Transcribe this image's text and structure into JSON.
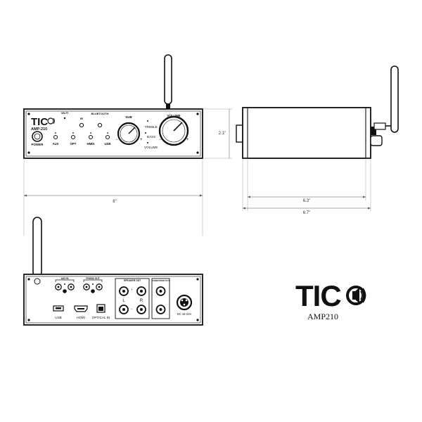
{
  "front_panel": {
    "logo": "TIC",
    "model": "AMP-210",
    "power_label": "POWER",
    "wifi_label": "WI-FI",
    "ir_label": "IR",
    "bluetooth_label": "BLUETOOTH",
    "inputs": [
      "AUX",
      "OPT",
      "HMDI",
      "USB"
    ],
    "sub_label": "SUB",
    "volume_label": "VOLUME",
    "treble_label": "TREBLE",
    "bass_label": "BASS",
    "volume_small_label": "VOLUME",
    "minus": "−",
    "plus": "+"
  },
  "dimensions": {
    "width": "8\"",
    "height": "2.1\"",
    "depth_body": "6.3\"",
    "depth_total": "6.7\""
  },
  "rear_panel": {
    "aux_in_label": "AUX IN",
    "phono_out_label": "PHONO OUT",
    "speaker_out_label": "SPEAKER OUT",
    "subwoofer_out_label": "SUBWOOFER OUT",
    "left_label": "L",
    "right_label": "R",
    "plus_label": "+",
    "minus_label": "−",
    "usb_label": "USB",
    "hdmi_label": "HDMI",
    "optical_label": "OPTICAL IN",
    "dc_label": "DC 16-24V"
  },
  "brand": {
    "logo": "TIC",
    "model": "AMP210"
  }
}
